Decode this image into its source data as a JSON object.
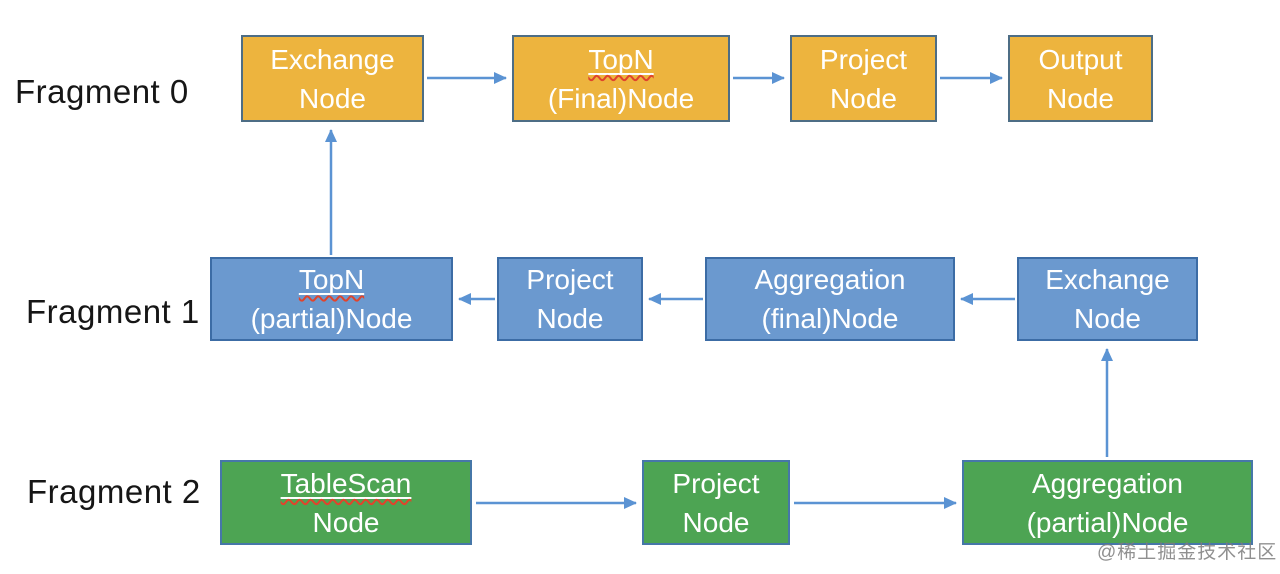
{
  "fragments": [
    {
      "label": "Fragment 0",
      "nodes": [
        {
          "line1": "Exchange",
          "line2": "Node"
        },
        {
          "line1": "TopN",
          "line2": "(Final)Node",
          "misspelled": true
        },
        {
          "line1": "Project",
          "line2": "Node"
        },
        {
          "line1": "Output",
          "line2": "Node"
        }
      ]
    },
    {
      "label": "Fragment 1",
      "nodes": [
        {
          "line1": "TopN",
          "line2": "(partial)Node",
          "misspelled": true
        },
        {
          "line1": "Project",
          "line2": "Node"
        },
        {
          "line1": "Aggregation",
          "line2": "(final)Node"
        },
        {
          "line1": "Exchange",
          "line2": "Node"
        }
      ]
    },
    {
      "label": "Fragment 2",
      "nodes": [
        {
          "line1": "TableScan",
          "line2": "Node",
          "misspelled": true
        },
        {
          "line1": "Project",
          "line2": "Node"
        },
        {
          "line1": "Aggregation",
          "line2": "(partial)Node"
        }
      ]
    }
  ],
  "watermark": "@稀土掘金技术社区",
  "colors": {
    "fragment0_fill": "#EDB43E",
    "fragment1_fill": "#6B99CF",
    "fragment2_fill": "#4DA453",
    "arrow": "#5B93D3",
    "squiggle": "#E0442C"
  }
}
